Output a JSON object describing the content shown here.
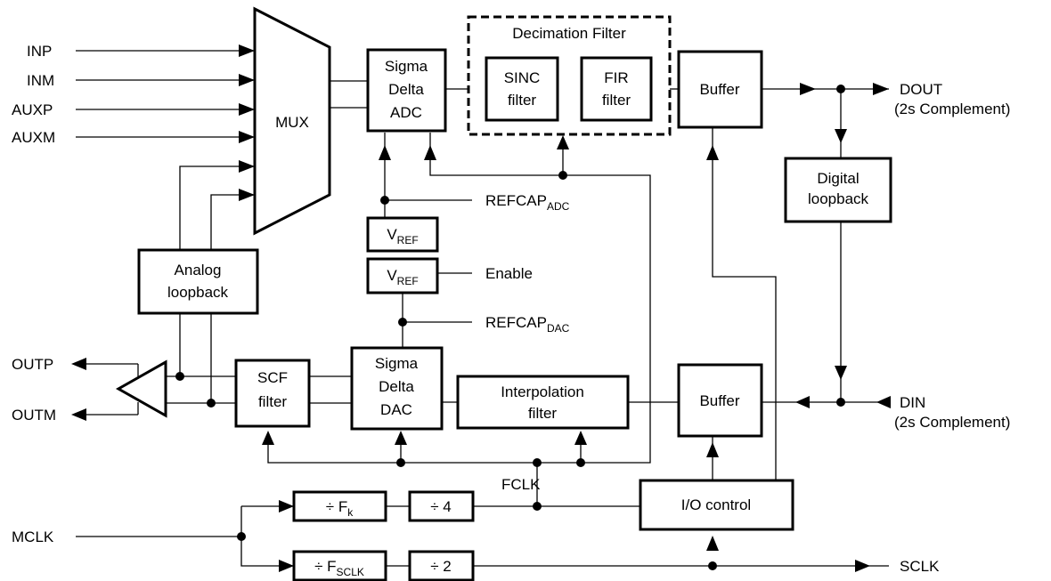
{
  "inputs": {
    "inp": "INP",
    "inm": "INM",
    "auxp": "AUXP",
    "auxm": "AUXM"
  },
  "mux": "MUX",
  "adc": {
    "l1": "Sigma",
    "l2": "Delta",
    "l3": "ADC"
  },
  "decimation": {
    "title": "Decimation Filter",
    "sinc_l1": "SINC",
    "sinc_l2": "filter",
    "fir_l1": "FIR",
    "fir_l2": "filter"
  },
  "buffer_top": "Buffer",
  "dout": {
    "label": "DOUT",
    "note": "(2s Complement)"
  },
  "digital_loopback": {
    "l1": "Digital",
    "l2": "loopback"
  },
  "refcap_adc": {
    "main": "REFCAP",
    "sub": "ADC"
  },
  "vref1": {
    "main": "V",
    "sub": "REF"
  },
  "vref2": {
    "main": "V",
    "sub": "REF"
  },
  "enable": "Enable",
  "refcap_dac": {
    "main": "REFCAP",
    "sub": "DAC"
  },
  "analog_loopback": {
    "l1": "Analog",
    "l2": "loopback"
  },
  "outputs": {
    "outp": "OUTP",
    "outm": "OUTM"
  },
  "scf": {
    "l1": "SCF",
    "l2": "filter"
  },
  "dac": {
    "l1": "Sigma",
    "l2": "Delta",
    "l3": "DAC"
  },
  "interp": {
    "l1": "Interpolation",
    "l2": "filter"
  },
  "buffer_bottom": "Buffer",
  "din": {
    "label": "DIN",
    "note": "(2s Complement)"
  },
  "fclk": "FCLK",
  "mclk": "MCLK",
  "div_fk": {
    "main": "÷ F",
    "sub": "k"
  },
  "div4": "÷ 4",
  "div_fsclk": {
    "main": "÷ F",
    "sub": "SCLK"
  },
  "div2": "÷ 2",
  "io_control": "I/O control",
  "sclk": "SCLK"
}
